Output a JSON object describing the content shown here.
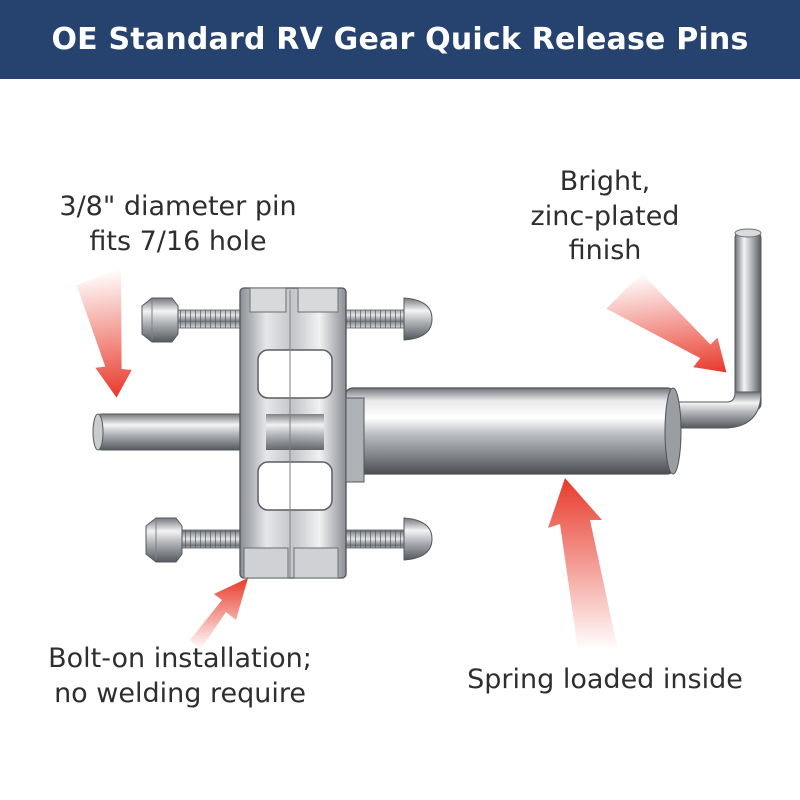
{
  "banner": {
    "title": "OE Standard RV Gear Quick Release Pins",
    "background_color": "#26426e",
    "text_color": "#ffffff"
  },
  "callouts": {
    "pin_size": {
      "line1": "3/8\" diameter pin",
      "line2": "fits 7/16 hole"
    },
    "finish": {
      "line1": "Bright,",
      "line2": "zinc-plated",
      "line3": "finish"
    },
    "install": {
      "line1": "Bolt-on installation;",
      "line2": "no welding require"
    },
    "spring": {
      "line1": "Spring loaded inside"
    }
  },
  "colors": {
    "arrow": "#e8392a",
    "metal_light": "#f2f2f2",
    "metal_mid": "#b9bcc0",
    "metal_dark": "#5e6166",
    "text": "#2e2e2e"
  },
  "product": {
    "name": "quick-release-pin-assembly",
    "icons": [
      "callout-arrow-icon",
      "hex-nut-icon",
      "bolt-head-icon"
    ]
  }
}
